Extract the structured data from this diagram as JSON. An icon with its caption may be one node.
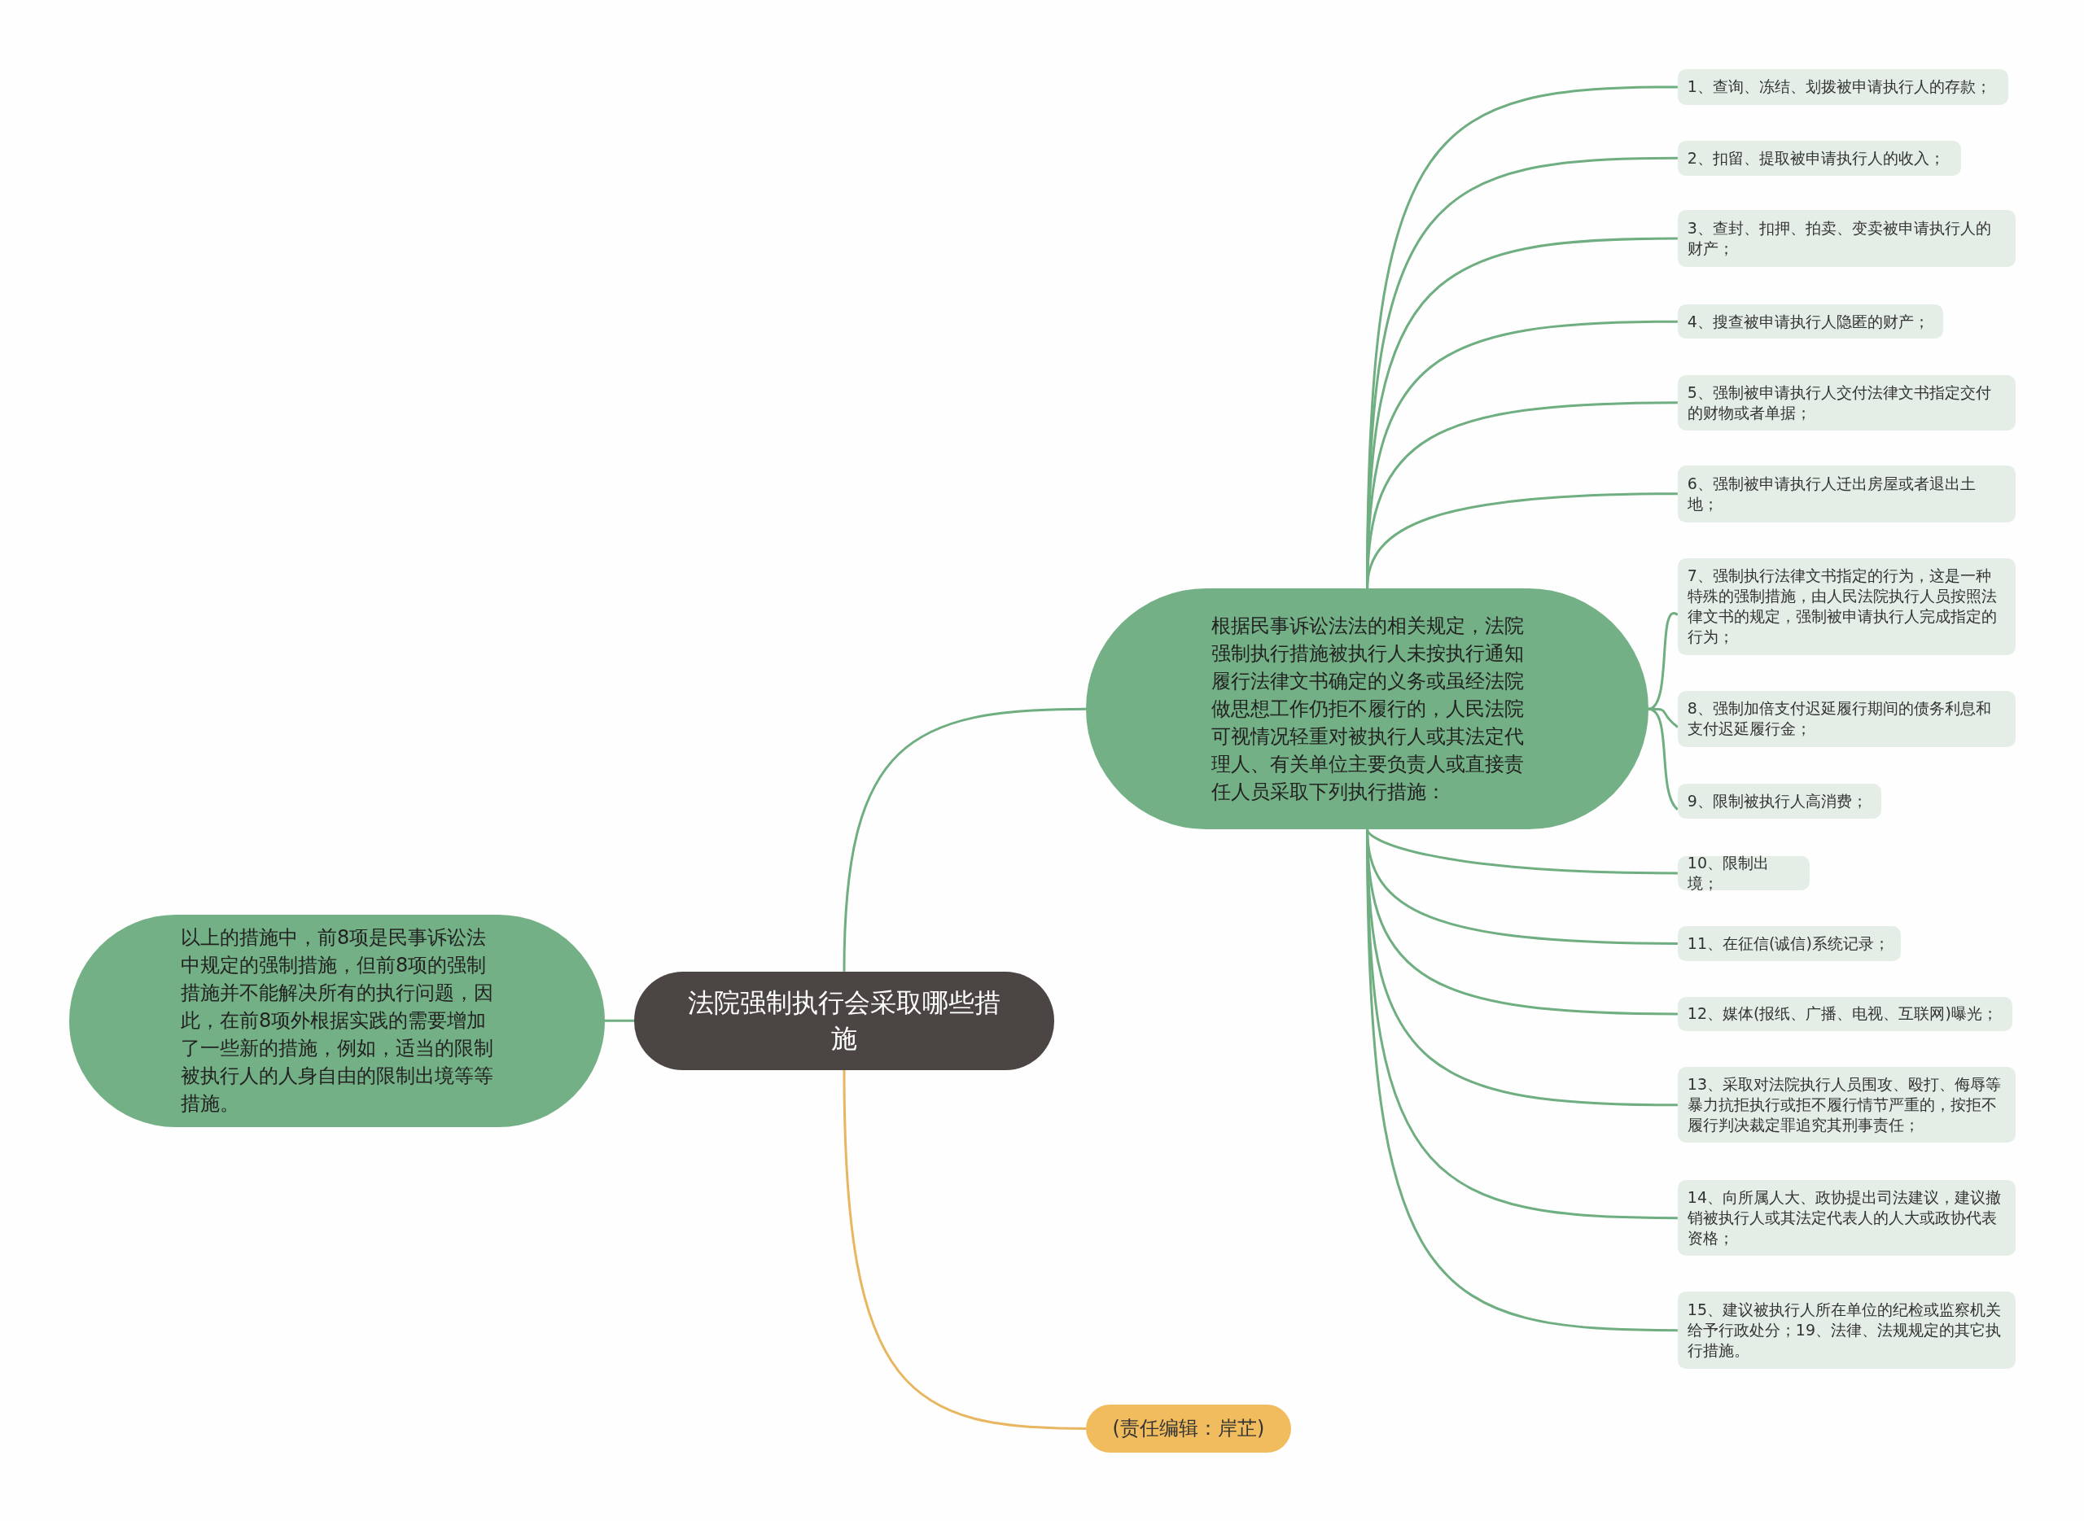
{
  "diagram": {
    "nodes": [
      {
        "text": [
          "法院强制执行会采取哪些措施"
        ]
      },
      {
        "text": [
          "根据民事诉讼法法的相关规定，法院强制执行措施被执行人未按执行通知履行法律文书确定的义务或虽经法院做思想工作仍拒不履行的，人民法院可视情况轻重对被执行人或其法定代理人、有关单位主要负责人或直接责任人员采取下列执行措施："
        ]
      },
      {
        "text": [
          "1、查询、冻结、划拨被申请执行人的存款；"
        ]
      },
      {
        "text": [
          "2、扣留、提取被申请执行人的收入；"
        ]
      },
      {
        "text": [
          "3、查封、扣押、拍卖、变卖被申请执行人的财产；"
        ]
      },
      {
        "text": [
          "4、搜查被申请执行人隐匿的财产；"
        ]
      },
      {
        "text": [
          "5、强制被申请执行人交付法律文书指定交付的财物或者单据；"
        ]
      },
      {
        "text": [
          "6、强制被申请执行人迁出房屋或者退出土地；"
        ]
      },
      {
        "text": [
          "7、强制执行法律文书指定的行为，这是一种特殊的强制措施，由人民法院执行人员按照法律文书的规定，强制被申请执行人完成指定的行为；"
        ]
      },
      {
        "text": [
          "8、强制加倍支付迟延履行期间的债务利息和支付迟延履行金；"
        ]
      },
      {
        "text": [
          "9、限制被执行人高消费；"
        ]
      },
      {
        "text": [
          "10、限制出境；"
        ]
      },
      {
        "text": [
          "11、在征信(诚信)系统记录；"
        ]
      },
      {
        "text": [
          "12、媒体(报纸、广播、电视、互联网)曝光；"
        ]
      },
      {
        "text": [
          "13、采取对法院执行人员围攻、殴打、侮辱等暴力抗拒执行或拒不履行情节严重的，按拒不履行判决裁定罪追究其刑事责任；"
        ]
      },
      {
        "text": [
          "14、向所属人大、政协提出司法建议，建议撤销被执行人或其法定代表人的人大或政协代表资格；"
        ]
      },
      {
        "text": [
          "15、建议被执行人所在单位的纪检或监察机关给予行政处分；19、法律、法规规定的其它执行措施。"
        ]
      },
      {
        "text": [
          "以上的措施中，前8项是民事诉讼法中规定的强制措施，但前8项的强制措施并不能解决所有的执行问题，因此，在前8项外根据实践的需要增加了一些新的措施，例如，适当的限制被执行人的人身自由的限制出境等等措施。"
        ]
      },
      {
        "text": [
          "(责任编辑：岸芷)"
        ]
      }
    ],
    "edges": [
      {
        "from": 0,
        "to": 1,
        "arrow": "none"
      },
      {
        "from": 1,
        "to": 2,
        "arrow": "none"
      },
      {
        "from": 1,
        "to": 3,
        "arrow": "none"
      },
      {
        "from": 1,
        "to": 4,
        "arrow": "none"
      },
      {
        "from": 1,
        "to": 5,
        "arrow": "none"
      },
      {
        "from": 1,
        "to": 6,
        "arrow": "none"
      },
      {
        "from": 1,
        "to": 7,
        "arrow": "none"
      },
      {
        "from": 1,
        "to": 8,
        "arrow": "none"
      },
      {
        "from": 1,
        "to": 9,
        "arrow": "none"
      },
      {
        "from": 1,
        "to": 10,
        "arrow": "none"
      },
      {
        "from": 1,
        "to": 11,
        "arrow": "none"
      },
      {
        "from": 1,
        "to": 12,
        "arrow": "none"
      },
      {
        "from": 1,
        "to": 13,
        "arrow": "none"
      },
      {
        "from": 1,
        "to": 14,
        "arrow": "none"
      },
      {
        "from": 1,
        "to": 15,
        "arrow": "none"
      },
      {
        "from": 1,
        "to": 16,
        "arrow": "none"
      },
      {
        "from": 0,
        "to": 17,
        "arrow": "none"
      },
      {
        "from": 0,
        "to": 18,
        "arrow": "none",
        "color": "#e8b660"
      }
    ]
  }
}
